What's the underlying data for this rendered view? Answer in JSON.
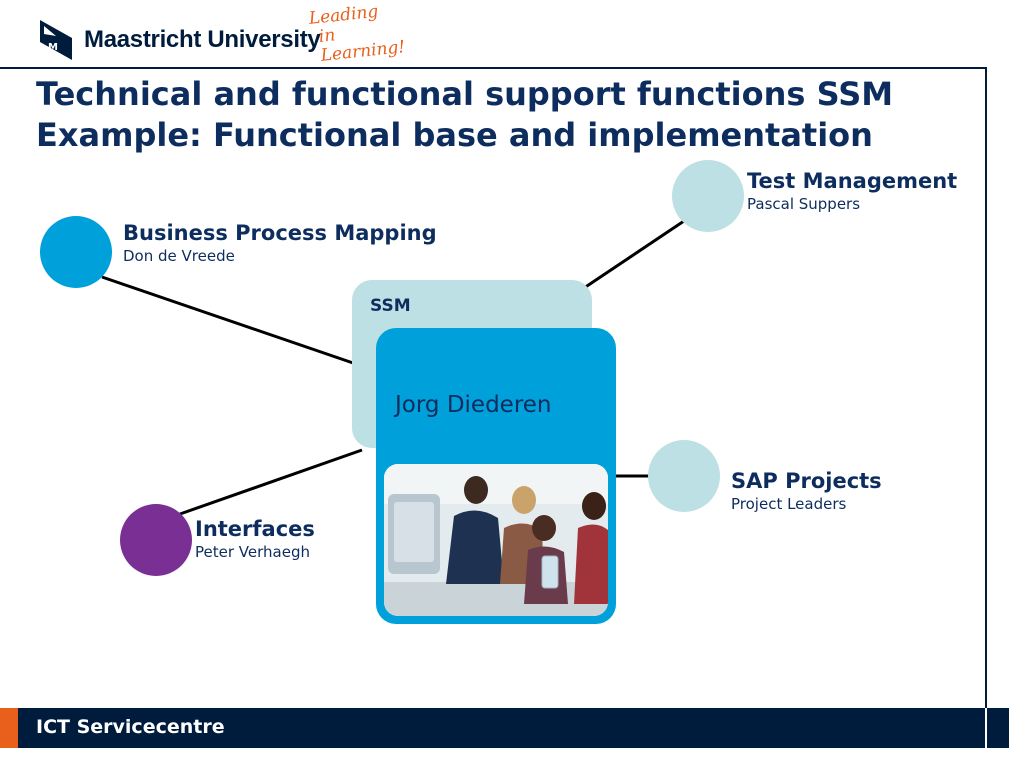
{
  "header": {
    "university_name": "Maastricht University",
    "slogan_line1": "Leading",
    "slogan_line2": "in Learning!"
  },
  "title": {
    "line1": "Technical and functional support functions SSM",
    "line2": "Example: Functional base and implementation"
  },
  "center": {
    "group_label": "SSM",
    "person_name": "Jorg Diederen"
  },
  "nodes": [
    {
      "title": "Business Process Mapping",
      "subtitle": "Don de Vreede",
      "color": "#00a0da"
    },
    {
      "title": "Test Management",
      "subtitle": "Pascal Suppers",
      "color": "#bde0e4"
    },
    {
      "title": "SAP Projects",
      "subtitle": "Project Leaders",
      "color": "#bde0e4"
    },
    {
      "title": "Interfaces",
      "subtitle": "Peter Verhaegh",
      "color": "#7a2f94"
    }
  ],
  "footer": {
    "text": "ICT Servicecentre"
  },
  "colors": {
    "navy": "#001c3d",
    "title_blue": "#0d2d5e",
    "accent_orange": "#e8601c",
    "cyan": "#00a0da",
    "light_blue": "#bde0e4",
    "purple": "#7a2f94"
  }
}
